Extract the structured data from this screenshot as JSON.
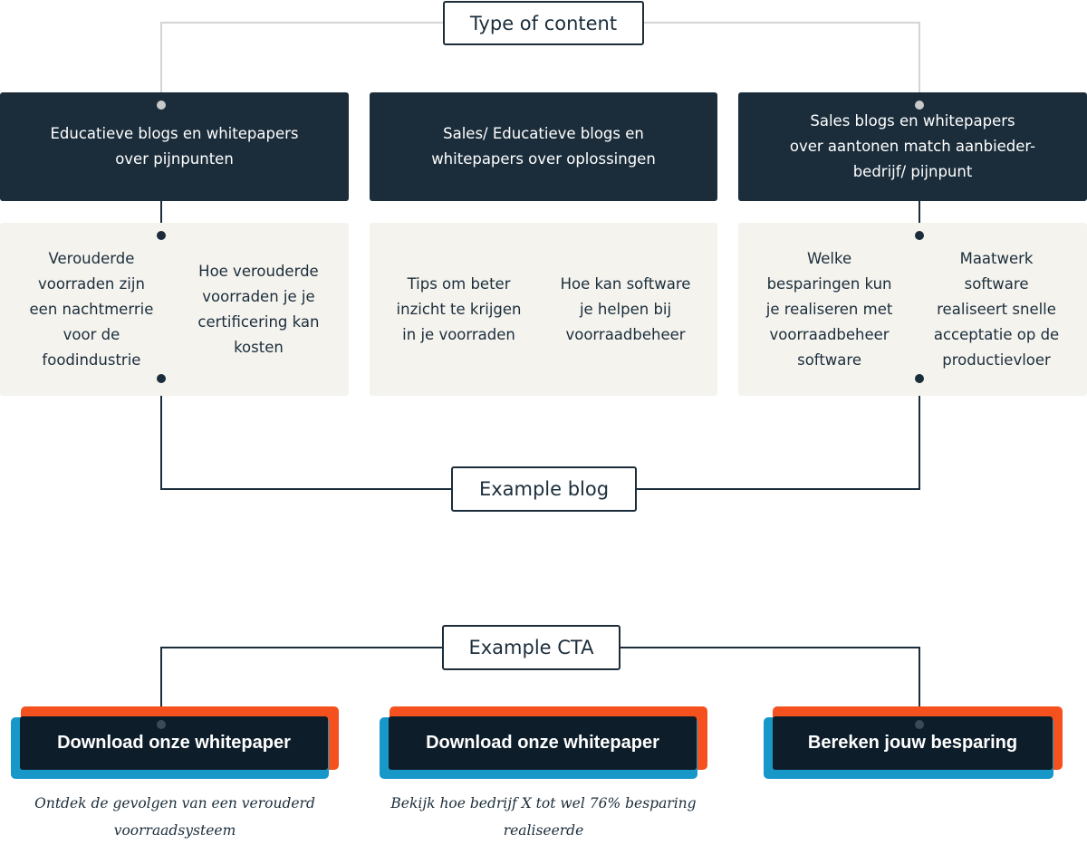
{
  "headers": {
    "type_of_content": "Type of content",
    "example_blog": "Example blog",
    "example_cta": "Example CTA"
  },
  "categories": [
    "Educatieve blogs en whitepapers\nover pijnpunten",
    "Sales/ Educatieve blogs en\nwhitepapers  over oplossingen",
    "Sales  blogs en whitepapers\nover aantonen match aanbieder-\nbedrijf/ pijnpunt"
  ],
  "examples": [
    [
      "Verouderde\nvoorraden zijn\neen nachtmerrie\nvoor de\nfoodindustrie",
      "Hoe verouderde\nvoorraden je je\ncertificering kan\nkosten"
    ],
    [
      "Tips om beter\ninzicht te krijgen\nin je voorraden",
      "Hoe kan software\nje helpen bij\nvoorraadbeheer"
    ],
    [
      "Welke\nbesparingen kun\nje realiseren met\nvoorraadbeheer\nsoftware",
      "Maatwerk\nsoftware\nrealiseert snelle\nacceptatie op de\nproductievloer"
    ]
  ],
  "ctas": [
    {
      "label": "Download onze whitepaper",
      "note": "Ontdek de gevolgen van een verouderd\nvoorraadsysteem"
    },
    {
      "label": "Download onze whitepaper",
      "note": "Bekijk hoe bedrijf X tot wel 76% besparing\nrealiseerde"
    },
    {
      "label": "Bereken jouw besparing",
      "note": ""
    }
  ],
  "colors": {
    "navy": "#1b2d3b",
    "cream": "#f4f3ee",
    "orange": "#f4511e",
    "blue": "#1898c9"
  }
}
